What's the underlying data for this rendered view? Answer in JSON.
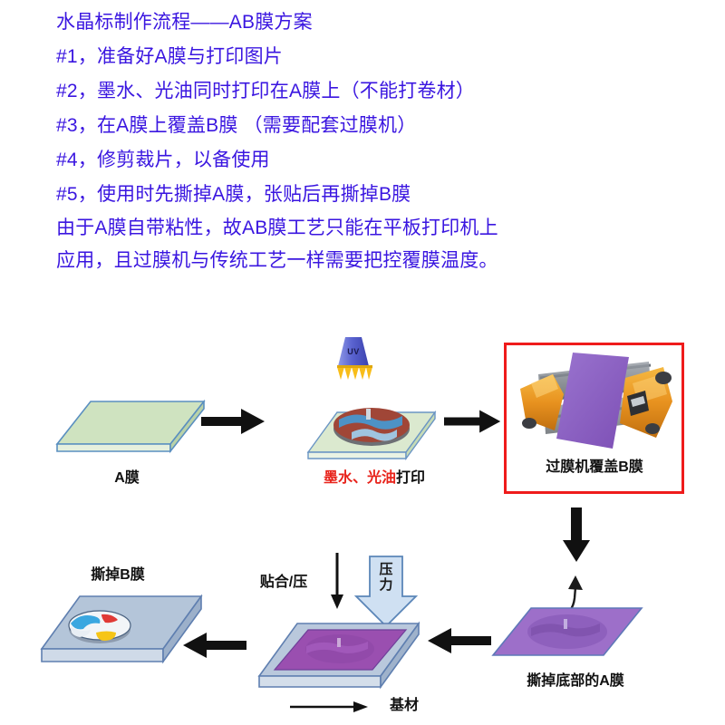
{
  "theme": {
    "text_color": "#3a16e0",
    "caption_color": "#111111",
    "highlight_red": "#ef1b1b",
    "film_a_color": "#cfe3c0",
    "film_b_color": "#8c63c4",
    "substrate_color": "#b9c8dc",
    "pressure_arrow_color": "#cfe0f2"
  },
  "text_block": {
    "lines": [
      "水晶标制作流程——AB膜方案",
      "#1，准备好A膜与打印图片",
      "#2，墨水、光油同时打印在A膜上（不能打卷材）",
      "#3，在A膜上覆盖B膜 （需要配套过膜机）",
      "#4，修剪裁片，以备使用",
      "#5，使用时先撕掉A膜，张贴后再撕掉B膜",
      "由于A膜自带粘性，故AB膜工艺只能在平板打印机上",
      "应用，且过膜机与传统工艺一样需要把控覆膜温度。"
    ]
  },
  "diagram": {
    "steps": {
      "film_a": {
        "caption": "A膜"
      },
      "printing": {
        "caption_red": "墨水、光油",
        "caption_black": "打印",
        "uv_label": "UV"
      },
      "laminator": {
        "caption": "过膜机覆盖B膜"
      },
      "peel_bottom_a": {
        "caption": "撕掉底部的A膜"
      },
      "bonding": {
        "caption": "贴合/压",
        "pressure_line1": "压",
        "pressure_line2": "力",
        "substrate_label": "基材"
      },
      "peel_b": {
        "caption": "撕掉B膜"
      }
    },
    "arrows": {
      "a_to_print": "arrow-right",
      "print_to_laminator": "arrow-right",
      "laminator_down": "arrow-down",
      "peel_hook": "arrow-curved-up",
      "peel_to_bond": "arrow-left",
      "bond_to_peelb": "arrow-left",
      "bond_down": "arrow-down-thin",
      "substrate_pointer": "arrow-right-thin"
    }
  }
}
